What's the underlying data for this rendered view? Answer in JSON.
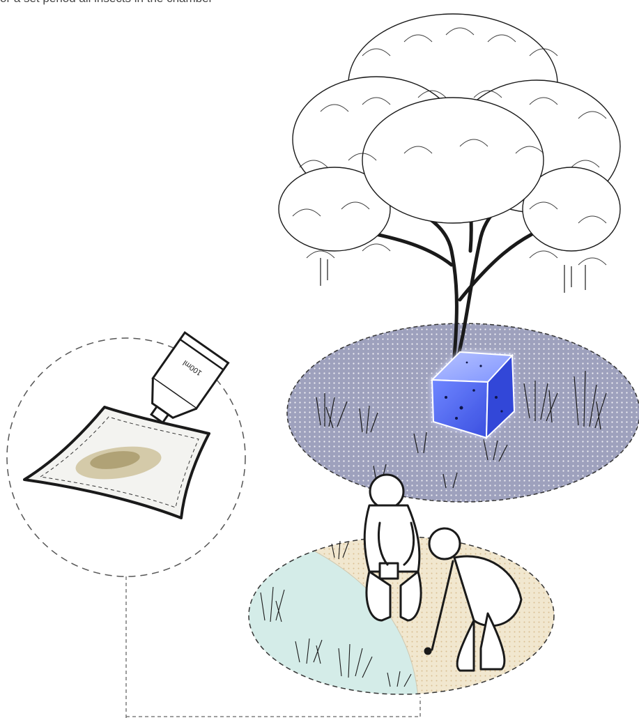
{
  "caption": "or a set period all insects in the chamber",
  "bottle": {
    "volume_label": "100ml"
  },
  "colors": {
    "ground_fill": "#9ea1bd",
    "cube_fill": "#4d66f5",
    "field_sand": "#f1e7cf",
    "field_water": "#d4ece8",
    "ink": "#1a1a1a",
    "dashed": "#666666"
  },
  "icons": {
    "tree": "tree-illustration",
    "trap": "light-trap-cube",
    "bottle": "reagent-bottle",
    "sample": "sample-bag",
    "people": "field-researchers"
  }
}
